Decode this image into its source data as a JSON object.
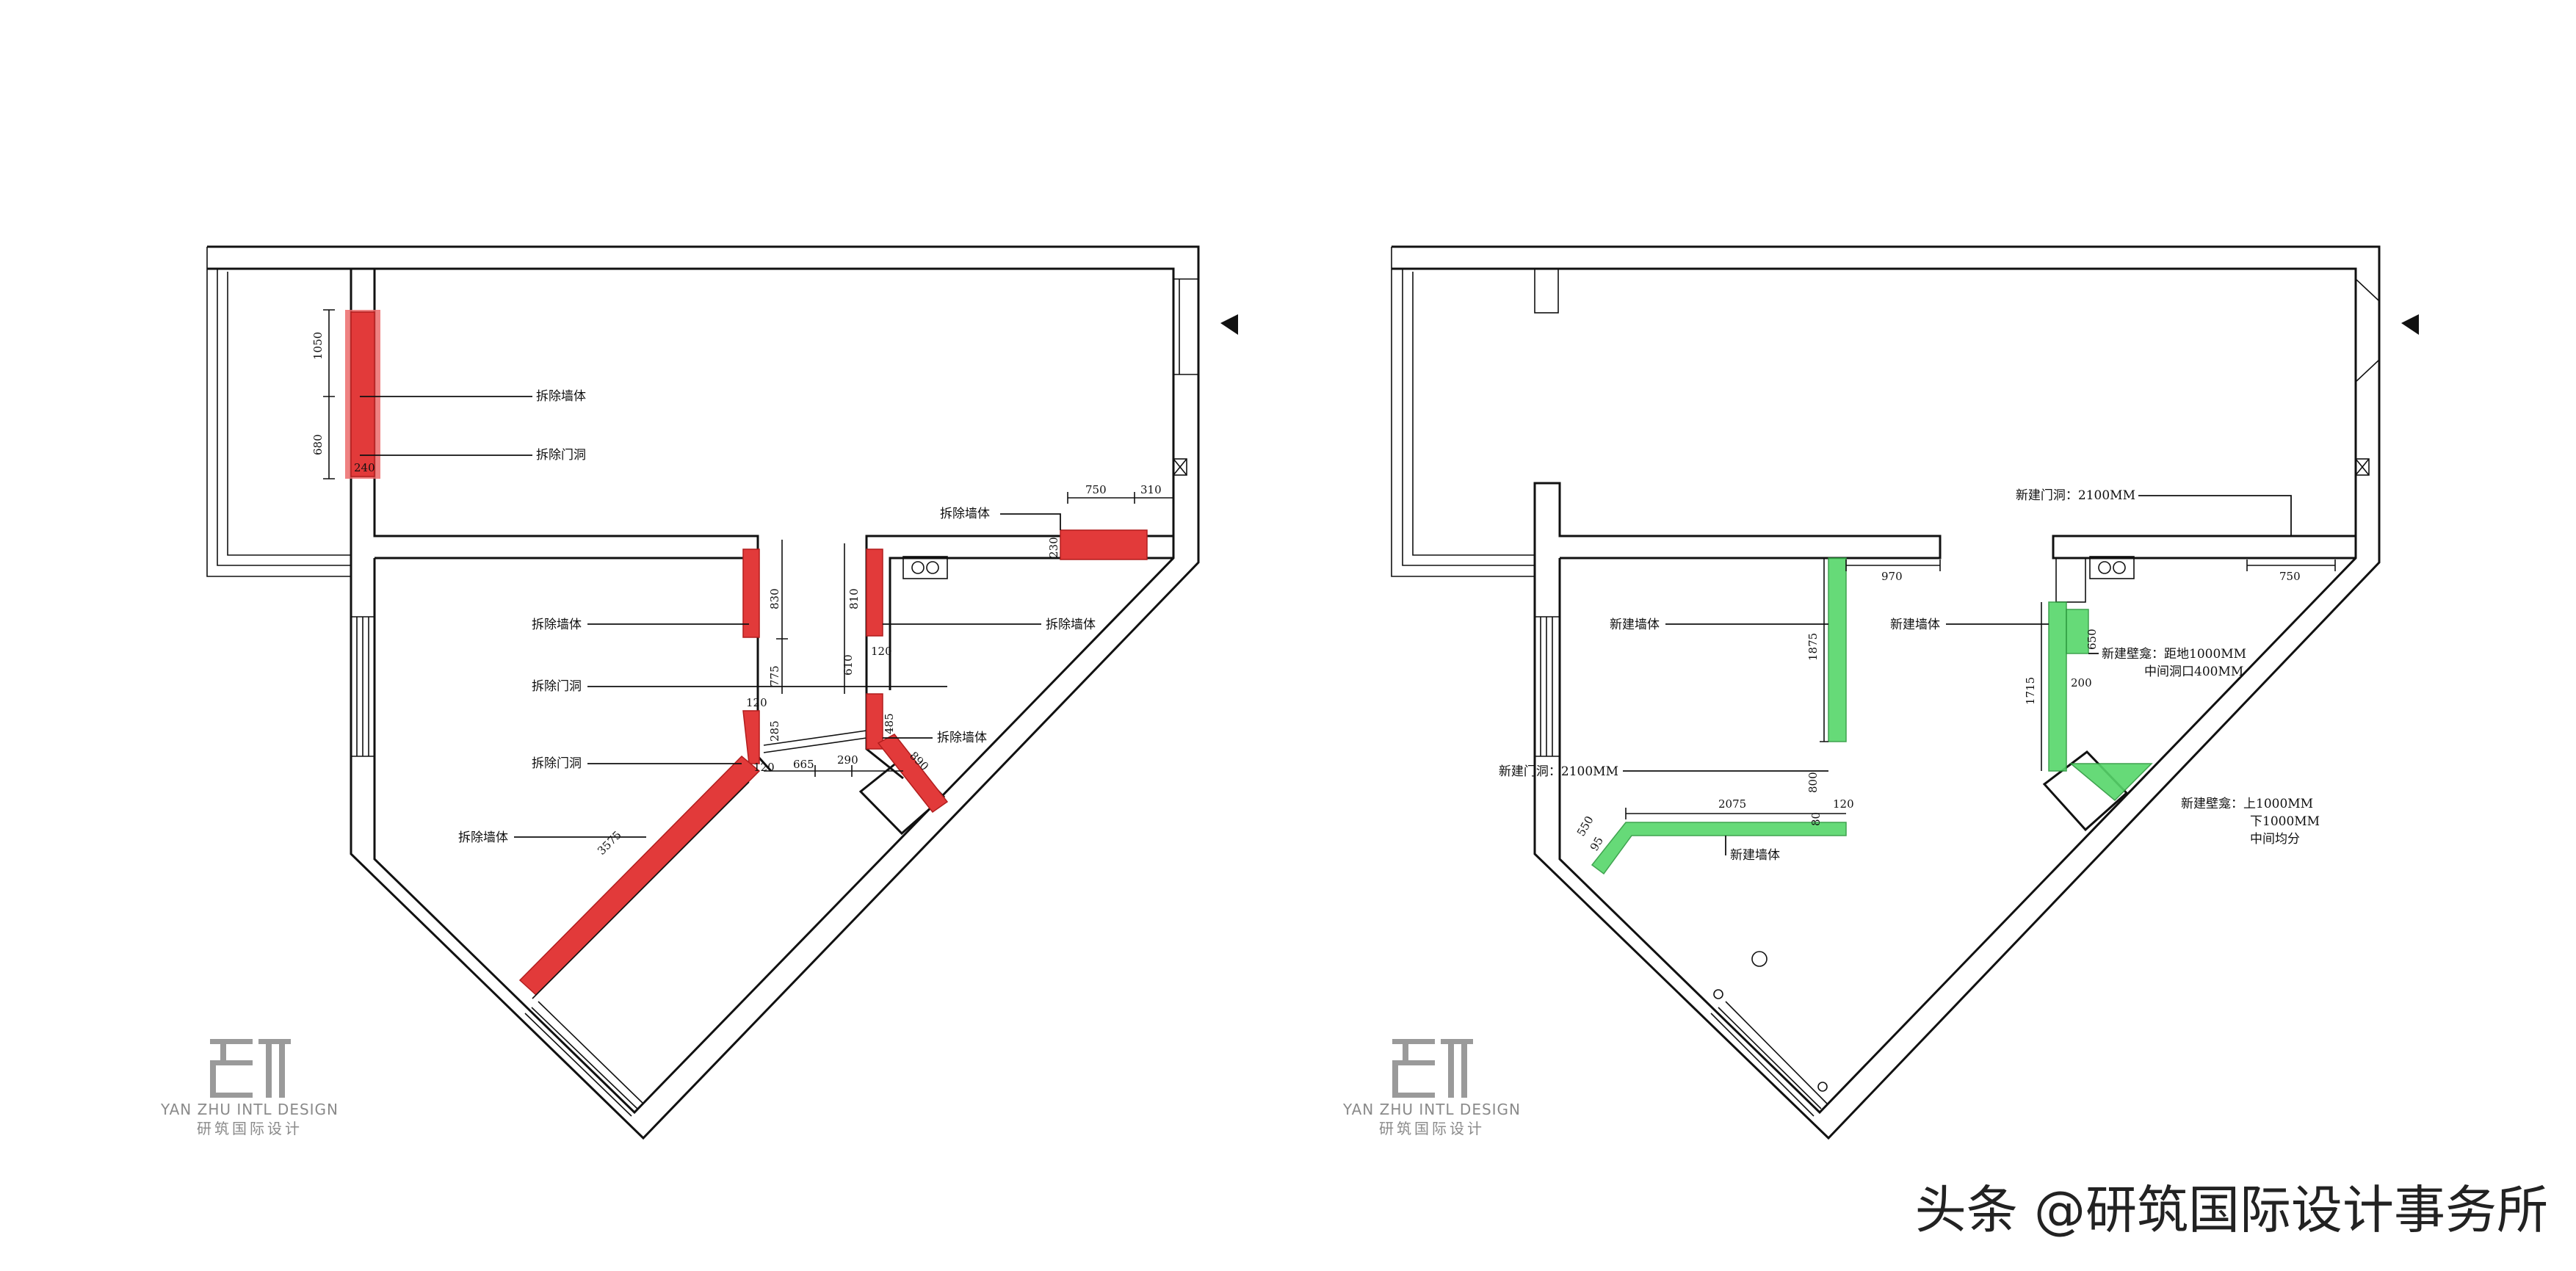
{
  "plan_left": {
    "labels": {
      "remove_wall_1": "拆除墙体",
      "remove_door_1": "拆除门洞",
      "remove_wall_2": "拆除墙体",
      "remove_wall_3": "拆除墙体",
      "remove_door_2": "拆除门洞",
      "remove_door_3": "拆除门洞",
      "remove_wall_4": "拆除墙体",
      "remove_wall_5": "拆除墙体",
      "remove_wall_6": "拆除墙体"
    },
    "dims": {
      "d1050": "1050",
      "d680": "680",
      "d750": "750",
      "d310": "310",
      "d230": "230",
      "d830": "830",
      "d810": "810",
      "d775": "775",
      "d610": "610",
      "d120a": "120",
      "d120b": "120",
      "d285": "285",
      "d485": "485",
      "d890": "890",
      "d665": "665",
      "d290": "290",
      "d120c": "120",
      "d3575": "3575",
      "d240": "240"
    }
  },
  "plan_right": {
    "labels": {
      "new_door_top": "新建门洞：2100MM",
      "new_wall_1": "新建墙体",
      "new_wall_2": "新建墙体",
      "niche_1a": "新建壁龛：距地1000MM",
      "niche_1b": "中间洞口400MM",
      "new_door_left": "新建门洞：2100MM",
      "new_wall_3": "新建墙体",
      "niche_2a": "新建壁龛：上1000MM",
      "niche_2b": "下1000MM",
      "niche_2c": "中间均分"
    },
    "dims": {
      "d970": "970",
      "d750": "750",
      "d1875": "1875",
      "d1715": "1715",
      "d650": "650",
      "d200": "200",
      "d800": "800",
      "d2075": "2075",
      "d120": "120",
      "d80": "80",
      "d550": "550",
      "d95": "95"
    }
  },
  "logo": {
    "caption_en": "YAN ZHU INTL DESIGN",
    "caption_cn": "研筑国际设计"
  },
  "watermark": "头条 @研筑国际设计事务所",
  "colors": {
    "demolish": "#e23a3a",
    "new_build": "#56d66a",
    "line": "#111111",
    "logo": "#8a8a8a"
  }
}
